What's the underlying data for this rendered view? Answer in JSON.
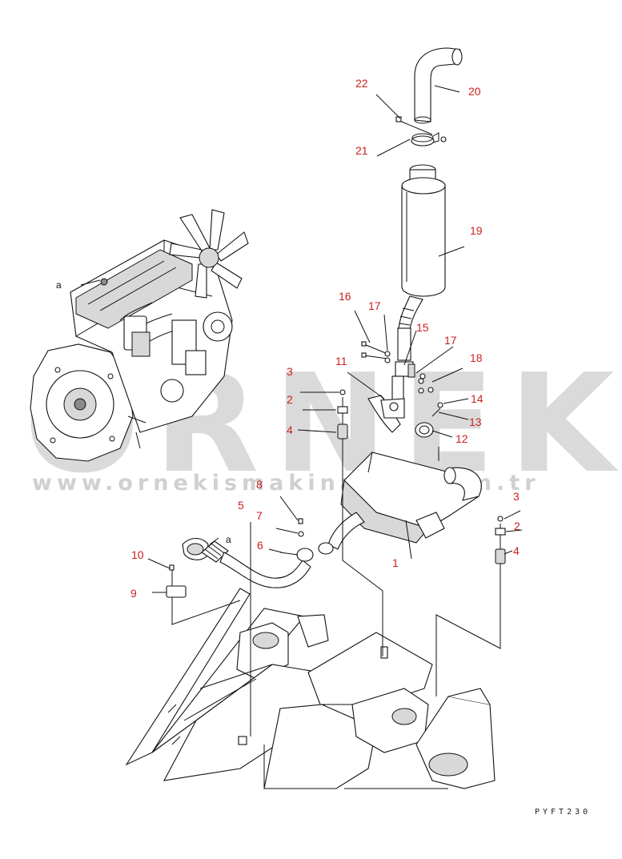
{
  "drawing": {
    "code": "PYFT230",
    "watermark_logo": "ORNEK",
    "watermark_url": "www.ornekismakinalari.com.tr"
  },
  "reference_letters": [
    {
      "id": "a-engine",
      "text": "a"
    },
    {
      "id": "a-pipe",
      "text": "a"
    }
  ],
  "callouts": [
    {
      "id": "1",
      "text": "1"
    },
    {
      "id": "2-left",
      "text": "2"
    },
    {
      "id": "2-right",
      "text": "2"
    },
    {
      "id": "3-left",
      "text": "3"
    },
    {
      "id": "3-right",
      "text": "3"
    },
    {
      "id": "4-left",
      "text": "4"
    },
    {
      "id": "4-right",
      "text": "4"
    },
    {
      "id": "5",
      "text": "5"
    },
    {
      "id": "6",
      "text": "6"
    },
    {
      "id": "7",
      "text": "7"
    },
    {
      "id": "8",
      "text": "8"
    },
    {
      "id": "9",
      "text": "9"
    },
    {
      "id": "10",
      "text": "10"
    },
    {
      "id": "11",
      "text": "11"
    },
    {
      "id": "12",
      "text": "12"
    },
    {
      "id": "13",
      "text": "13"
    },
    {
      "id": "14",
      "text": "14"
    },
    {
      "id": "15",
      "text": "15"
    },
    {
      "id": "16",
      "text": "16"
    },
    {
      "id": "17-upper",
      "text": "17"
    },
    {
      "id": "17-lower",
      "text": "17"
    },
    {
      "id": "18",
      "text": "18"
    },
    {
      "id": "19",
      "text": "19"
    },
    {
      "id": "20",
      "text": "20"
    },
    {
      "id": "21",
      "text": "21"
    },
    {
      "id": "22",
      "text": "22"
    }
  ]
}
